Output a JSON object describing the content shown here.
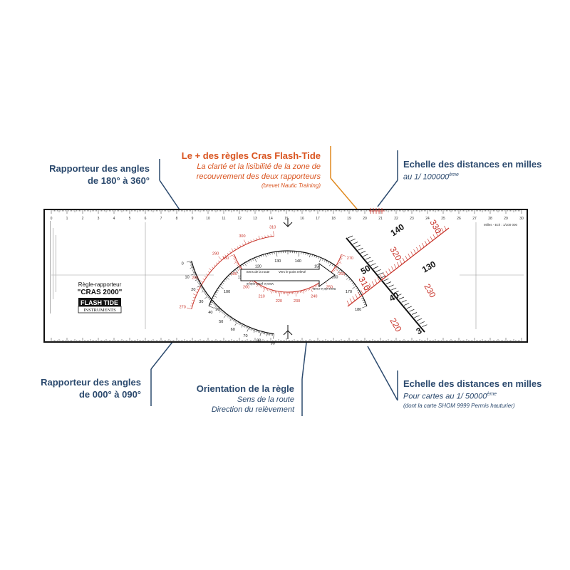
{
  "callouts": {
    "left_top": {
      "title_l1": "Rapporteur des angles",
      "title_l2": "de 180° à 360°"
    },
    "top_center": {
      "title": "Le + des règles Cras Flash-Tide",
      "line1": "La clarté et la lisibilité de la zone de",
      "line2": "recouvrement des deux rapporteurs",
      "note": "(brevet Nautic Training)"
    },
    "right_top": {
      "title": "Echelle des distances en milles",
      "sub": "au 1/ 100000",
      "sup": "ème"
    },
    "left_bottom": {
      "title_l1": "Rapporteur des angles",
      "title_l2": "de 000° à 090°"
    },
    "bottom_center": {
      "title": "Orientation de la règle",
      "line1": "Sens de la route",
      "line2": "Direction du relèvement"
    },
    "right_bottom": {
      "title": "Echelle des distances en milles",
      "sub": "Pour cartes au 1/ 50000",
      "sup": "ème",
      "note": "(dont la carte SHOM 9999 Permis hauturier)"
    }
  },
  "ruler": {
    "label_line1": "Règle-rapporteur",
    "label_line2": "\"CRAS 2000\"",
    "brand_top": "FLASH",
    "brand_top_accent": "TIDE",
    "brand_bottom": "INSTRUMENTS",
    "miles_label": "Milles - Ech : 1/100 000",
    "route_arrow_label": "Sens de la route",
    "bearing_arrow_label": "Vers le point relevé",
    "rot_label_1": "Sens de la route",
    "rot_label_2": "Vers le point relevé",
    "top_scale_numbers": [
      "0",
      "1",
      "2",
      "3",
      "4",
      "5",
      "6",
      "7",
      "8",
      "9",
      "10",
      "11",
      "12",
      "13",
      "14",
      "15",
      "16",
      "17",
      "18",
      "19",
      "20",
      "21",
      "22",
      "23",
      "24",
      "25",
      "26",
      "27",
      "28",
      "29",
      "30"
    ],
    "outer_arc_black": [
      "90",
      "100",
      "110",
      "120",
      "130",
      "140",
      "150",
      "160",
      "170",
      "180"
    ],
    "outer_arc_red": [
      "270",
      "280",
      "290",
      "300",
      "310",
      "320",
      "330",
      "340",
      "350",
      "360"
    ],
    "inner_arc_black": [
      "0",
      "10",
      "20",
      "30",
      "40",
      "50",
      "60",
      "70",
      "80",
      "90"
    ],
    "inner_arc_red": [
      "180",
      "190",
      "200",
      "210",
      "220",
      "230",
      "240",
      "250",
      "260",
      "270"
    ],
    "big_black": [
      "140",
      "50",
      "130",
      "40",
      "3"
    ],
    "big_red": [
      "330",
      "320",
      "310",
      "230",
      "220"
    ]
  },
  "colors": {
    "navy": "#2c4a6e",
    "orange": "#d9531e",
    "red": "#c83228",
    "black": "#111111"
  }
}
